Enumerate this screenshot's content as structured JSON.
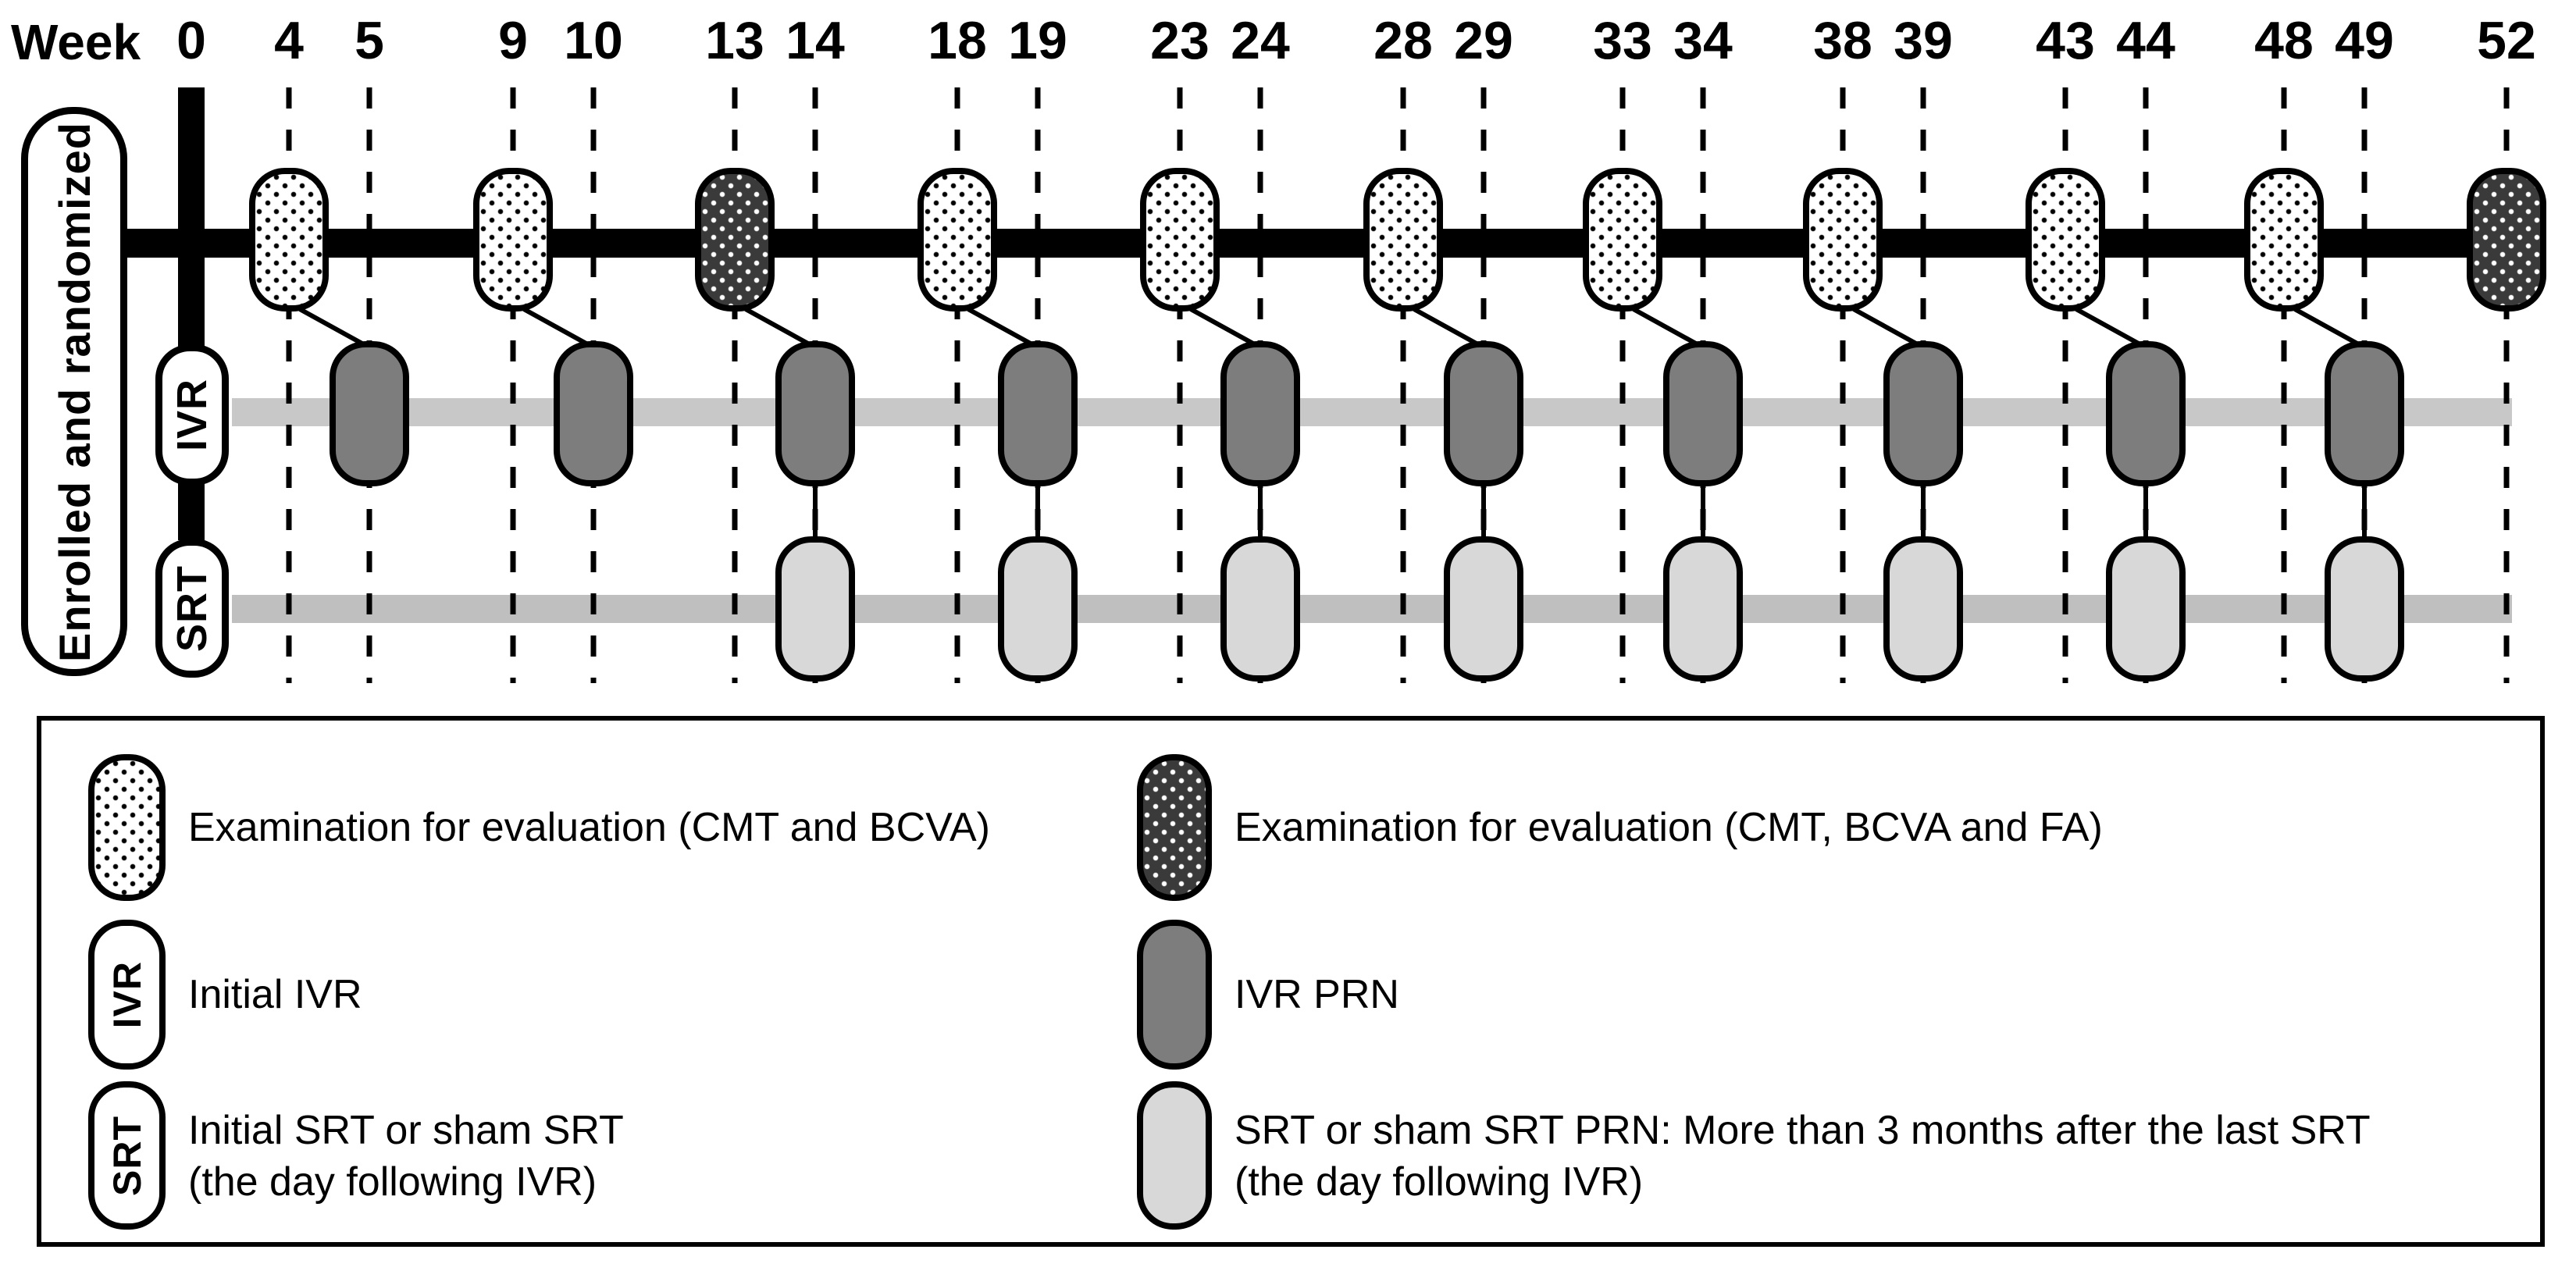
{
  "figure": {
    "week_axis_label": "Week"
  },
  "timeline": {
    "weeks": [
      0,
      4,
      5,
      9,
      10,
      13,
      14,
      18,
      19,
      23,
      24,
      28,
      29,
      33,
      34,
      38,
      39,
      43,
      44,
      48,
      49,
      52
    ],
    "enrolled_label": "Enrolled and randomized",
    "ivr_row_label": "IVR",
    "srt_row_label": "SRT",
    "exam_cmt_bcva_weeks": [
      4,
      9,
      18,
      23,
      28,
      33,
      38,
      43,
      48
    ],
    "exam_cmt_bcva_fa_weeks": [
      13,
      52
    ],
    "ivr_prn_weeks": [
      5,
      10,
      14,
      19,
      24,
      29,
      34,
      39,
      44,
      49
    ],
    "srt_prn_weeks": [
      14,
      19,
      24,
      29,
      34,
      39,
      44,
      49
    ]
  },
  "legend": {
    "left": [
      {
        "icon": "exam-light-pill-icon",
        "lines": [
          "Examination for evaluation (CMT and BCVA)"
        ]
      },
      {
        "icon": "ivr-box-icon",
        "icon_label": "IVR",
        "lines": [
          "Initial IVR"
        ]
      },
      {
        "icon": "srt-box-icon",
        "icon_label": "SRT",
        "lines": [
          "Initial SRT or sham SRT",
          "(the day following  IVR)"
        ]
      }
    ],
    "right": [
      {
        "icon": "exam-dark-pill-icon",
        "lines": [
          "Examination for evaluation (CMT, BCVA and FA)"
        ]
      },
      {
        "icon": "ivr-prn-pill-icon",
        "lines": [
          "IVR PRN"
        ]
      },
      {
        "icon": "srt-prn-pill-icon",
        "lines": [
          "SRT or sham SRT PRN: More than 3 months after the last SRT",
          "(the day following IVR)"
        ]
      }
    ]
  },
  "colors": {
    "line": "#000000",
    "exam_light_fill": "#ffffff",
    "exam_dark_fill": "#3a3a3a",
    "ivr_prn_fill": "#7d7d7d",
    "srt_prn_fill": "#d8d8d8",
    "ivr_band_fill": "#c8c8c8",
    "srt_band_fill": "#bfbfbf"
  }
}
